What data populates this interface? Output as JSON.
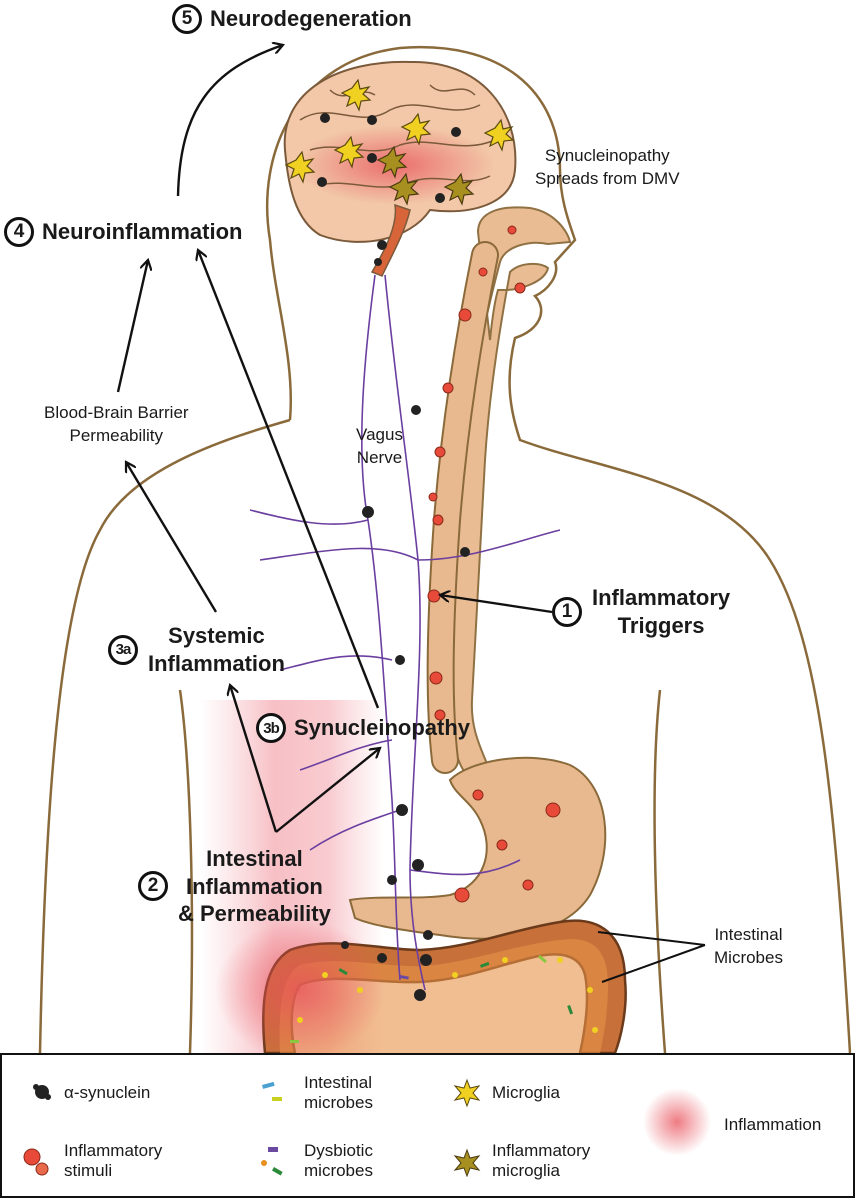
{
  "steps": {
    "s5": {
      "num": "5",
      "label": "Neurodegeneration"
    },
    "s4": {
      "num": "4",
      "label": "Neuroinflammation"
    },
    "s1": {
      "num": "1",
      "label_line1": "Inflammatory",
      "label_line2": "Triggers"
    },
    "s3a": {
      "num": "3a",
      "label_line1": "Systemic",
      "label_line2": "Inflammation"
    },
    "s3b": {
      "num": "3b",
      "label": "Synucleinopathy"
    },
    "s2": {
      "num": "2",
      "label_line1": "Intestinal",
      "label_line2": "Inflammation",
      "label_line3": "& Permeability"
    }
  },
  "labels": {
    "spread_line1": "Synucleinopathy",
    "spread_line2": "Spreads from DMV",
    "bbb_line1": "Blood-Brain Barrier",
    "bbb_line2": "Permeability",
    "vagus_line1": "Vagus",
    "vagus_line2": "Nerve",
    "microbes_line1": "Intestinal",
    "microbes_line2": "Microbes"
  },
  "legend": {
    "synuclein": "α-synuclein",
    "inflam_stimuli_1": "Inflammatory",
    "inflam_stimuli_2": "stimuli",
    "int_microbes_1": "Intestinal",
    "int_microbes_2": "microbes",
    "dys_microbes_1": "Dysbiotic",
    "dys_microbes_2": "microbes",
    "microglia": "Microglia",
    "inflam_microglia_1": "Inflammatory",
    "inflam_microglia_2": "microglia",
    "inflammation": "Inflammation"
  },
  "colors": {
    "body_outline": "#8a6a3a",
    "gut": "#e8b98e",
    "brain": "#f2c8a8",
    "inflammation": "#e8505a",
    "nerve": "#6b3fa0",
    "arrow": "#111111",
    "colon": "#c8703a"
  }
}
